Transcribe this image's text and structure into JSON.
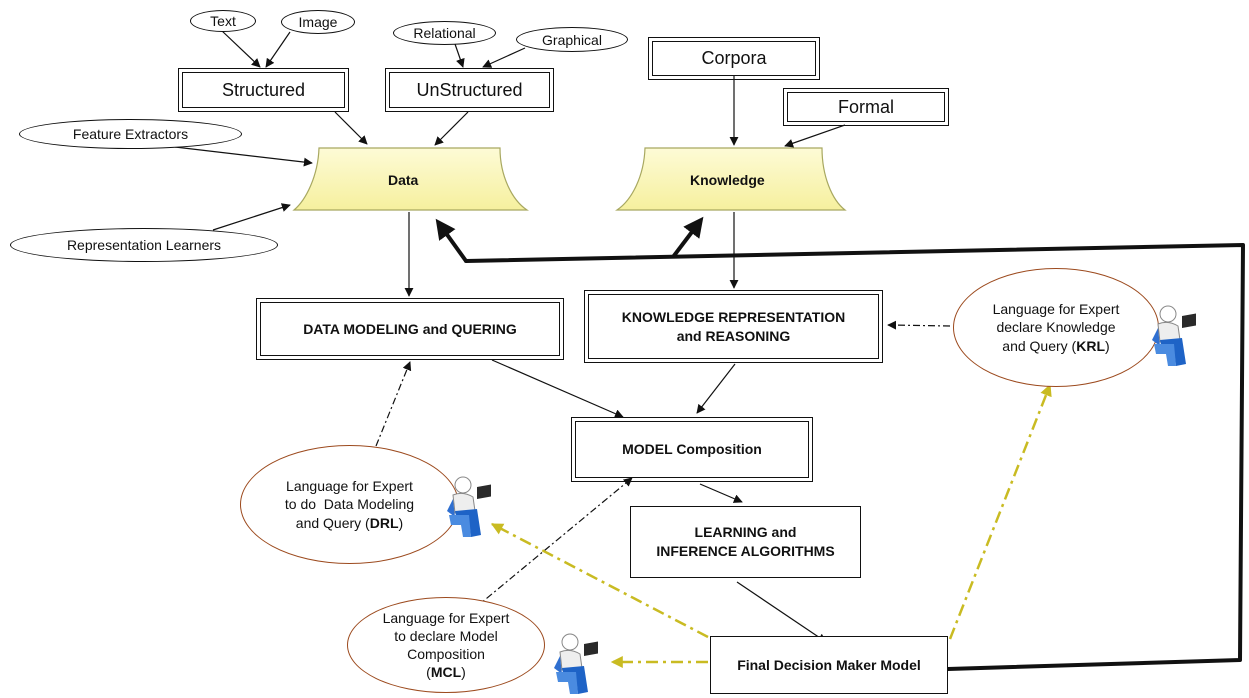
{
  "top_left_inputs": {
    "text": "Text",
    "image": "Image",
    "structured": "Structured",
    "relational": "Relational",
    "graphical": "Graphical",
    "unstructured": "UnStructured",
    "feature_extractors": "Feature Extractors",
    "representation_learners": "Representation Learners"
  },
  "knowledge_inputs": {
    "corpora": "Corpora",
    "formal": "Formal"
  },
  "sources": {
    "data": "Data",
    "knowledge": "Knowledge"
  },
  "modules": {
    "data_modeling": "DATA MODELING and QUERING",
    "krr_line1": "KNOWLEDGE REPRESENTATION",
    "krr_line2": "and REASONING",
    "model_composition": "MODEL Composition",
    "learning_line1": "LEARNING and",
    "learning_line2": "INFERENCE ALGORITHMS",
    "final_decision": "Final Decision Maker Model"
  },
  "languages": {
    "krl": {
      "l1": "Language for Expert",
      "l2": "declare Knowledge",
      "l3_pre": "and Query (",
      "abbr": "KRL",
      "l3_post": ")"
    },
    "drl": {
      "l1": "Language for Expert",
      "l2": "to do  Data Modeling",
      "l3_pre": "and Query (",
      "abbr": "DRL",
      "l3_post": ")"
    },
    "mcl": {
      "l1": "Language for Expert",
      "l2": "to declare Model",
      "l3": "Composition",
      "l4_pre": "(",
      "abbr": "MCL",
      "l4_post": ")"
    }
  },
  "colors": {
    "trapezoid_fill": "#fbf7bf",
    "trapezoid_stroke": "#9a9a50",
    "language_ellipse_border": "#9c4a1e",
    "dashdot_arrow": "#c9bb22",
    "person_blue": "#1e63c6"
  },
  "icons": [
    "expert-person-icon"
  ]
}
